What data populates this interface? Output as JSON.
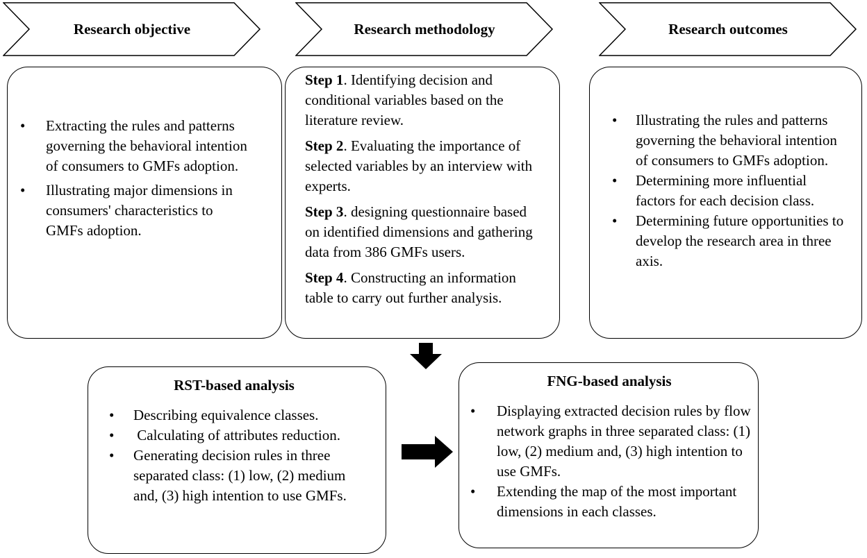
{
  "header": {
    "objective_label": "Research objective",
    "methodology_label": "Research methodology",
    "outcomes_label": "Research outcomes"
  },
  "objective": {
    "items": [
      "Extracting the rules and patterns governing the behavioral intention of consumers to GMFs adoption.",
      "Illustrating major dimensions in consumers' characteristics to GMFs adoption."
    ]
  },
  "methodology": {
    "steps": [
      {
        "label": "Step 1",
        "text": ". Identifying decision and conditional variables based on the literature review."
      },
      {
        "label": "Step 2",
        "text": ". Evaluating the importance of selected variables by an interview with experts."
      },
      {
        "label": "Step 3",
        "text": ". designing questionnaire based on identified dimensions and gathering data from 386 GMFs users."
      },
      {
        "label": "Step 4",
        "text": ". Constructing an information table to carry out further analysis."
      }
    ]
  },
  "outcomes": {
    "items": [
      "Illustrating the rules and patterns governing the behavioral intention of consumers to GMFs adoption.",
      "Determining more influential factors for each decision class.",
      "Determining future opportunities to develop the research area in three axis."
    ]
  },
  "rst": {
    "title": "RST-based analysis",
    "items": [
      "Describing equivalence classes.",
      " Calculating of attributes reduction.",
      "Generating decision rules in three separated class: (1) low, (2) medium and, (3) high intention to use GMFs."
    ]
  },
  "fng": {
    "title": "FNG-based analysis",
    "items": [
      "Displaying extracted decision rules by flow network graphs in three separated class: (1) low, (2) medium and, (3) high intention to use GMFs.",
      "Extending the map of the most important dimensions in each classes."
    ]
  },
  "bullet_glyph": "•"
}
